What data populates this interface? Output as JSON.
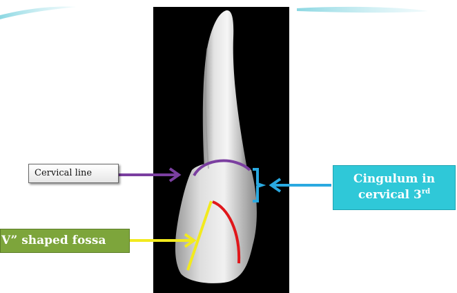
{
  "labels": {
    "cervical_line": "Cervical line",
    "cingulum_line1": "Cingulum in",
    "cingulum_line2_text": "cervical 3",
    "cingulum_line2_sup": "rd",
    "fossa": "V” shaped fossa"
  },
  "colors": {
    "background_panel": "#000000",
    "cervical_arrow": "#7b3fa0",
    "cingulum_arrow": "#2aa9e0",
    "fossa_arrow": "#f2ea1e",
    "fossa_red_line": "#e0171b",
    "cingulum_box": "#2fc8d8",
    "fossa_box": "#7da53b"
  },
  "icons": {
    "tooth": "tooth-illustration",
    "arrow": "arrow-icon",
    "bracket": "bracket-icon"
  }
}
